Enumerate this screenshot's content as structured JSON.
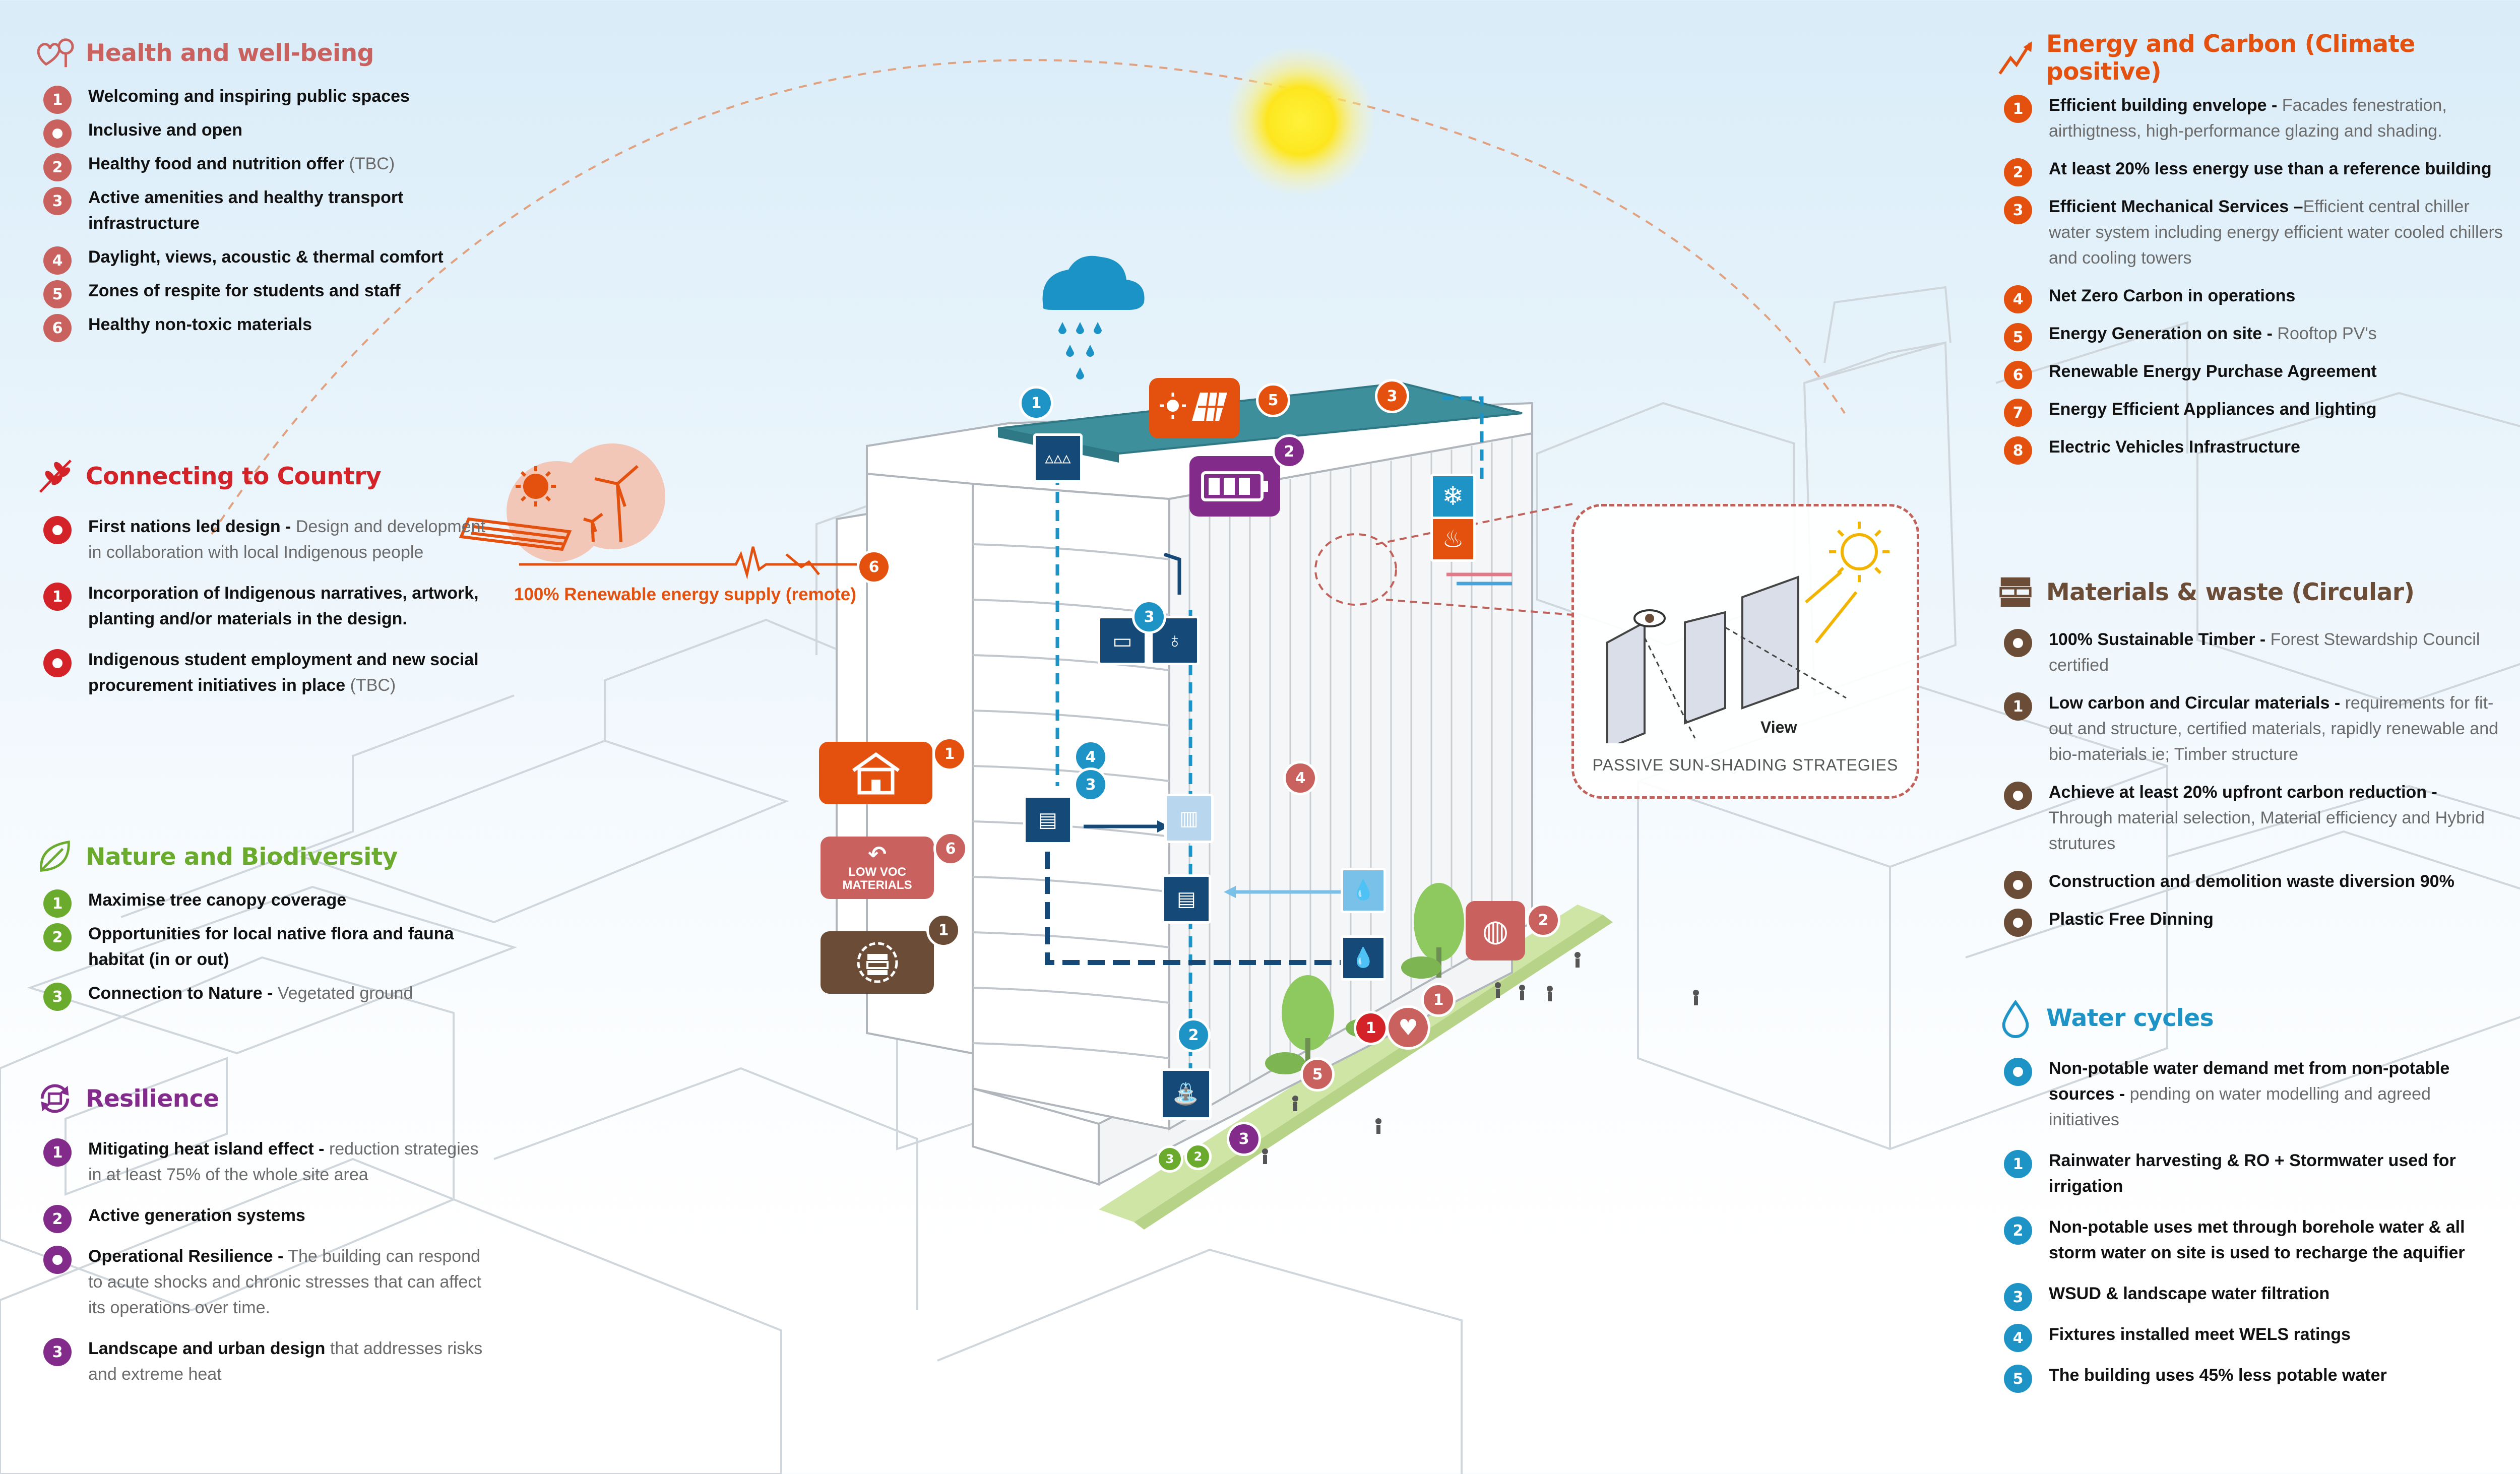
{
  "colors": {
    "health": "#c9625e",
    "country": "#d42229",
    "nature": "#6aab2e",
    "resilience": "#822b8a",
    "energy": "#e4510f",
    "materials": "#6b4c36",
    "water": "#1d93c6",
    "navy": "#154a78",
    "roof": "#3c8f9b"
  },
  "health": {
    "title": "Health and well-being",
    "icon": "heart-tree-icon",
    "items": [
      {
        "badge": "1",
        "lead": "Welcoming and inspiring public spaces",
        "rest": ""
      },
      {
        "badge": "",
        "lead": "Inclusive and open",
        "rest": ""
      },
      {
        "badge": "2",
        "lead": "Healthy food and nutrition offer",
        "rest": " (TBC)"
      },
      {
        "badge": "3",
        "lead": "Active amenities and healthy transport infrastructure",
        "rest": ""
      },
      {
        "badge": "4",
        "lead": "Daylight, views, acoustic & thermal comfort",
        "rest": ""
      },
      {
        "badge": "5",
        "lead": "Zones of respite for students and staff",
        "rest": ""
      },
      {
        "badge": "6",
        "lead": "Healthy non-toxic materials",
        "rest": ""
      }
    ]
  },
  "country": {
    "title": "Connecting to Country",
    "icon": "branch-icon",
    "items": [
      {
        "badge": "",
        "lead": "First nations led design -",
        "rest": " Design and development in collaboration with local Indigenous people"
      },
      {
        "badge": "1",
        "lead": "Incorporation of Indigenous narratives, artwork, planting and/or materials in the design.",
        "rest": ""
      },
      {
        "badge": "",
        "lead": "Indigenous student employment and new social procurement initiatives in place",
        "rest": " (TBC)"
      }
    ]
  },
  "nature": {
    "title": "Nature and Biodiversity",
    "icon": "leaf-icon",
    "items": [
      {
        "badge": "1",
        "lead": "Maximise tree canopy coverage",
        "rest": ""
      },
      {
        "badge": "2",
        "lead": "Opportunities for local native flora and fauna habitat (in or out)",
        "rest": ""
      },
      {
        "badge": "3",
        "lead": "Connection to Nature -",
        "rest": " Vegetated ground"
      }
    ]
  },
  "resilience": {
    "title": "Resilience",
    "icon": "resilience-cycle-icon",
    "items": [
      {
        "badge": "1",
        "lead": "Mitigating heat island effect - ",
        "rest": " reduction strategies in at least 75% of the whole site area"
      },
      {
        "badge": "2",
        "lead": "Active generation systems",
        "rest": ""
      },
      {
        "badge": "",
        "lead": "Operational Resilience -",
        "rest": " The building can respond to acute shocks and chronic stresses that can affect its operations over time."
      },
      {
        "badge": "3",
        "lead": "Landscape and urban design",
        "rest": " that addresses risks and extreme heat"
      }
    ]
  },
  "energy": {
    "title": "Energy and Carbon (Climate positive)",
    "icon": "lightning-icon",
    "items": [
      {
        "badge": "1",
        "lead": "Efficient building envelope -",
        "rest": " Facades fenestration, airthigtness, high-performance glazing and shading."
      },
      {
        "badge": "2",
        "lead": "At least 20% less energy use than a reference building",
        "rest": ""
      },
      {
        "badge": "3",
        "lead": "Efficient Mechanical Services –",
        "rest": "Efficient central chiller water system including energy efficient water cooled chillers and cooling towers"
      },
      {
        "badge": "4",
        "lead": "Net Zero Carbon in operations",
        "rest": ""
      },
      {
        "badge": "5",
        "lead": "Energy Generation on site -",
        "rest": " Rooftop PV's"
      },
      {
        "badge": "6",
        "lead": "Renewable Energy Purchase Agreement",
        "rest": ""
      },
      {
        "badge": "7",
        "lead": "Energy Efficient Appliances and lighting",
        "rest": ""
      },
      {
        "badge": "8",
        "lead": "Electric Vehicles Infrastructure",
        "rest": ""
      }
    ]
  },
  "materials": {
    "title": "Materials & waste (Circular)",
    "icon": "stack-icon",
    "items": [
      {
        "badge": "",
        "lead": "100% Sustainable Timber -",
        "rest": " Forest Stewardship Council certified"
      },
      {
        "badge": "1",
        "lead": "Low carbon and Circular materials -",
        "rest": " requirements for fit-out and structure, certified materials, rapidly renewable and bio-materials ie; Timber structure"
      },
      {
        "badge": "",
        "lead": "Achieve at least 20% upfront carbon reduction -",
        "rest": " Through material selection, Material efficiency and Hybrid strutures"
      },
      {
        "badge": "",
        "lead": "Construction and demolition waste diversion 90%",
        "rest": ""
      },
      {
        "badge": "",
        "lead": "Plastic Free Dinning",
        "rest": ""
      }
    ]
  },
  "water": {
    "title": "Water cycles",
    "icon": "water-drop-icon",
    "items": [
      {
        "badge": "",
        "lead": "Non-potable water demand met from non-potable sources -",
        "rest": " pending on water modelling and agreed initiatives"
      },
      {
        "badge": "1",
        "lead": "Rainwater harvesting & RO + Stormwater used for irrigation",
        "rest": ""
      },
      {
        "badge": "2",
        "lead": "Non-potable uses met through borehole water & all storm water on site is used to recharge the aquifier",
        "rest": ""
      },
      {
        "badge": "3",
        "lead": "WSUD & landscape water filtration",
        "rest": ""
      },
      {
        "badge": "4",
        "lead": "Fixtures installed meet WELS ratings",
        "rest": ""
      },
      {
        "badge": "5",
        "lead": "The building uses 45% less potable water",
        "rest": ""
      }
    ]
  },
  "diagram": {
    "renewable_label": "100% Renewable energy supply (remote)",
    "renewable_badge": "6",
    "lowvoc_line1": "LOW VOC",
    "lowvoc_line2": "MATERIALS",
    "sunshade_caption": "PASSIVE SUN-SHADING STRATEGIES",
    "view_label": "View"
  }
}
